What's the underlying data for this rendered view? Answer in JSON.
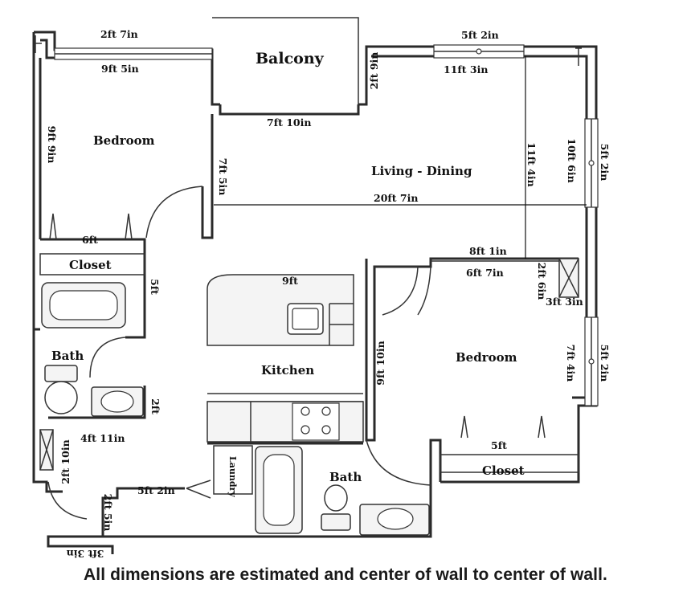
{
  "rooms": {
    "balcony": "Balcony",
    "bedroom1": "Bedroom",
    "living_dining": "Living - Dining",
    "closet1": "Closet",
    "bath1": "Bath",
    "kitchen": "Kitchen",
    "bedroom2": "Bedroom",
    "bath2": "Bath",
    "closet2": "Closet",
    "laundry": "Laundry"
  },
  "dimensions": {
    "d_2ft7in": "2ft 7in",
    "d_9ft5in": "9ft 5in",
    "d_5ft2in_top": "5ft 2in",
    "d_11ft3in": "11ft 3in",
    "d_2ft9in": "2ft 9in",
    "d_7ft10in": "7ft 10in",
    "d_9ft9in": "9ft 9in",
    "d_7ft5in": "7ft 5in",
    "d_11ft4in": "11ft 4in",
    "d_10ft6in": "10ft 6in",
    "d_5ft2in_right1": "5ft 2in",
    "d_20ft7in": "20ft 7in",
    "d_6ft": "6ft",
    "d_8ft1in": "8ft 1in",
    "d_6ft7in": "6ft 7in",
    "d_5ft": "5ft",
    "d_9ft": "9ft",
    "d_2ft6in": "2ft 6in",
    "d_3ft3in": "3ft 3in",
    "d_9ft10in": "9ft 10in",
    "d_7ft4in": "7ft 4in",
    "d_5ft2in_right2": "5ft 2in",
    "d_2ft": "2ft",
    "d_4ft11in": "4ft 11in",
    "d_2ft10in": "2ft 10in",
    "d_5ft_closet2": "5ft",
    "d_5ft2in_bottom": "5ft 2in",
    "d_2ft5in": "2ft 5in",
    "d_3ft3in_bottom": "3ft 3in"
  },
  "footnote": "All dimensions are estimated and center of wall to center of wall."
}
